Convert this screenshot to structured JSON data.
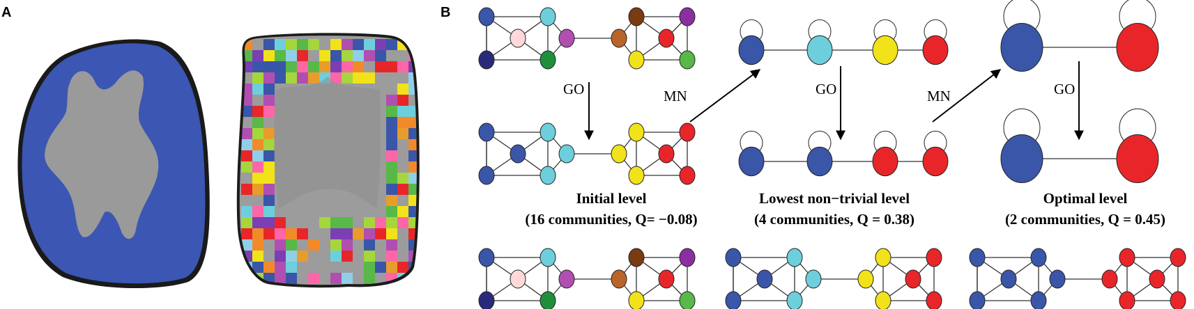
{
  "panels": {
    "a": "A",
    "b": "B"
  },
  "operations": {
    "go": "GO",
    "mn": "MN"
  },
  "levels": [
    {
      "title": "Initial level",
      "subtitle": "(16 communities, Q= −0.08)"
    },
    {
      "title": "Lowest non−trivial level",
      "subtitle": "(4 communities, Q = 0.38)"
    },
    {
      "title": "Optimal level",
      "subtitle": "(2 communities, Q = 0.45)"
    }
  ],
  "colors": {
    "brain_background": "#3b56b3",
    "white_matter": "#9a9a9a",
    "community_blue": "#3a56a8",
    "community_cyan": "#6dcfdc",
    "community_yellow": "#f2e21a",
    "community_red": "#e8262a",
    "palette_16": [
      "#3a56a8",
      "#6dcfdc",
      "#8b2fa0",
      "#ffd9d9",
      "#b04fb0",
      "#2a2a7a",
      "#1f8f3c",
      "#b8652a",
      "#7a3a12",
      "#e8262a",
      "#f2e21a",
      "#58b848"
    ]
  }
}
